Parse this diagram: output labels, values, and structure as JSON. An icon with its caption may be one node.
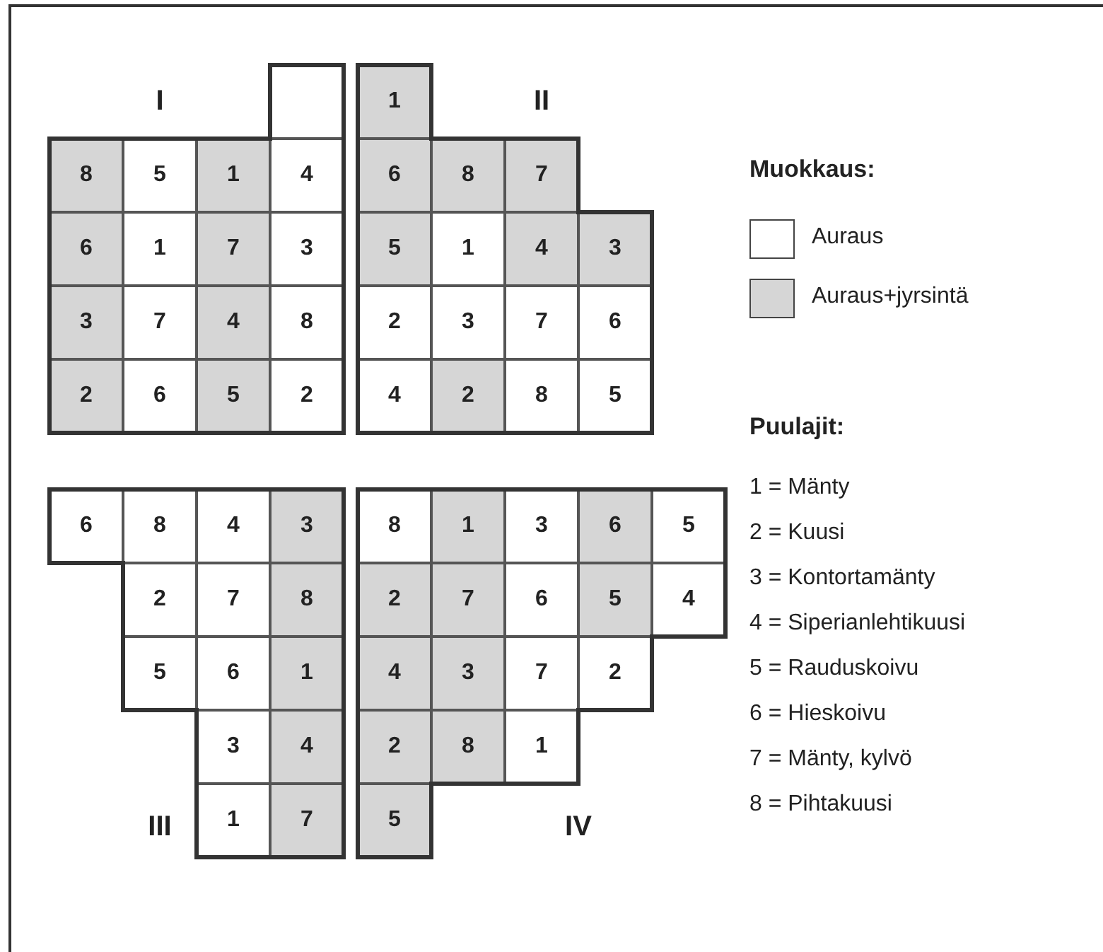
{
  "diagram": {
    "nodes": [
      {
        "text": [
          "I"
        ]
      },
      {
        "text": [],
        "shape": "box",
        "in": 0
      },
      {
        "text": [
          "8"
        ],
        "in": 0
      },
      {
        "text": [
          "5"
        ],
        "in": 0
      },
      {
        "text": [
          "1"
        ],
        "in": 0
      },
      {
        "text": [
          "4"
        ],
        "in": 0
      },
      {
        "text": [
          "6"
        ],
        "in": 0
      },
      {
        "text": [
          "1"
        ],
        "in": 0
      },
      {
        "text": [
          "7"
        ],
        "in": 0
      },
      {
        "text": [
          "3"
        ],
        "in": 0
      },
      {
        "text": [
          "3"
        ],
        "in": 0
      },
      {
        "text": [
          "7"
        ],
        "in": 0
      },
      {
        "text": [
          "4"
        ],
        "in": 0
      },
      {
        "text": [
          "8"
        ],
        "in": 0
      },
      {
        "text": [
          "2"
        ],
        "in": 0
      },
      {
        "text": [
          "6"
        ],
        "in": 0
      },
      {
        "text": [
          "5"
        ],
        "in": 0
      },
      {
        "text": [
          "2"
        ],
        "in": 0
      },
      {
        "text": [
          "II"
        ]
      },
      {
        "text": [
          "1"
        ],
        "in": 18
      },
      {
        "text": [
          "6"
        ],
        "in": 18
      },
      {
        "text": [
          "8"
        ],
        "in": 18
      },
      {
        "text": [
          "7"
        ],
        "in": 18
      },
      {
        "text": [
          "5"
        ],
        "in": 18
      },
      {
        "text": [
          "1"
        ],
        "in": 18
      },
      {
        "text": [
          "4"
        ],
        "in": 18
      },
      {
        "text": [
          "3"
        ],
        "in": 18
      },
      {
        "text": [
          "2"
        ],
        "in": 18
      },
      {
        "text": [
          "3"
        ],
        "in": 18
      },
      {
        "text": [
          "7"
        ],
        "in": 18
      },
      {
        "text": [
          "6"
        ],
        "in": 18
      },
      {
        "text": [
          "4"
        ],
        "in": 18
      },
      {
        "text": [
          "2"
        ],
        "in": 18
      },
      {
        "text": [
          "8"
        ],
        "in": 18
      },
      {
        "text": [
          "5"
        ],
        "in": 18
      },
      {
        "text": [
          "III"
        ]
      },
      {
        "text": [
          "6"
        ],
        "in": 35
      },
      {
        "text": [
          "8"
        ],
        "in": 35
      },
      {
        "text": [
          "4"
        ],
        "in": 35
      },
      {
        "text": [
          "3"
        ],
        "in": 35
      },
      {
        "text": [
          "2"
        ],
        "in": 35
      },
      {
        "text": [
          "7"
        ],
        "in": 35
      },
      {
        "text": [
          "8"
        ],
        "in": 35
      },
      {
        "text": [
          "5"
        ],
        "in": 35
      },
      {
        "text": [
          "6"
        ],
        "in": 35
      },
      {
        "text": [
          "1"
        ],
        "in": 35
      },
      {
        "text": [
          "3"
        ],
        "in": 35
      },
      {
        "text": [
          "4"
        ],
        "in": 35
      },
      {
        "text": [
          "1"
        ],
        "in": 35
      },
      {
        "text": [
          "7"
        ],
        "in": 35
      },
      {
        "text": [
          "IV"
        ]
      },
      {
        "text": [
          "8"
        ],
        "in": 50
      },
      {
        "text": [
          "1"
        ],
        "in": 50
      },
      {
        "text": [
          "3"
        ],
        "in": 50
      },
      {
        "text": [
          "6"
        ],
        "in": 50
      },
      {
        "text": [
          "5"
        ],
        "in": 50
      },
      {
        "text": [
          "2"
        ],
        "in": 50
      },
      {
        "text": [
          "7"
        ],
        "in": 50
      },
      {
        "text": [
          "6"
        ],
        "in": 50
      },
      {
        "text": [
          "5"
        ],
        "in": 50
      },
      {
        "text": [
          "4"
        ],
        "in": 50
      },
      {
        "text": [
          "4"
        ],
        "in": 50
      },
      {
        "text": [
          "3"
        ],
        "in": 50
      },
      {
        "text": [
          "7"
        ],
        "in": 50
      },
      {
        "text": [
          "2"
        ],
        "in": 50
      },
      {
        "text": [
          "2"
        ],
        "in": 50
      },
      {
        "text": [
          "8"
        ],
        "in": 50
      },
      {
        "text": [
          "1"
        ],
        "in": 50
      },
      {
        "text": [
          "5"
        ],
        "in": 50
      }
    ],
    "labels": [
      "Muokkaus:",
      "Puulajit:",
      "1 = Mänty",
      "2 = Kuusi",
      "3 = Kontortamänty",
      "4 = Siperianlehtikuusi",
      "5 = Rauduskoivu",
      "6 = Hieskoivu",
      "7 = Mänty, kylvö",
      "8 = Pihtakuusi"
    ],
    "legend": [
      {
        "text": "Auraus",
        "color": "#ffffff"
      },
      {
        "text": "Auraus+jyrsintä",
        "color": "#d6d6d6"
      }
    ]
  }
}
